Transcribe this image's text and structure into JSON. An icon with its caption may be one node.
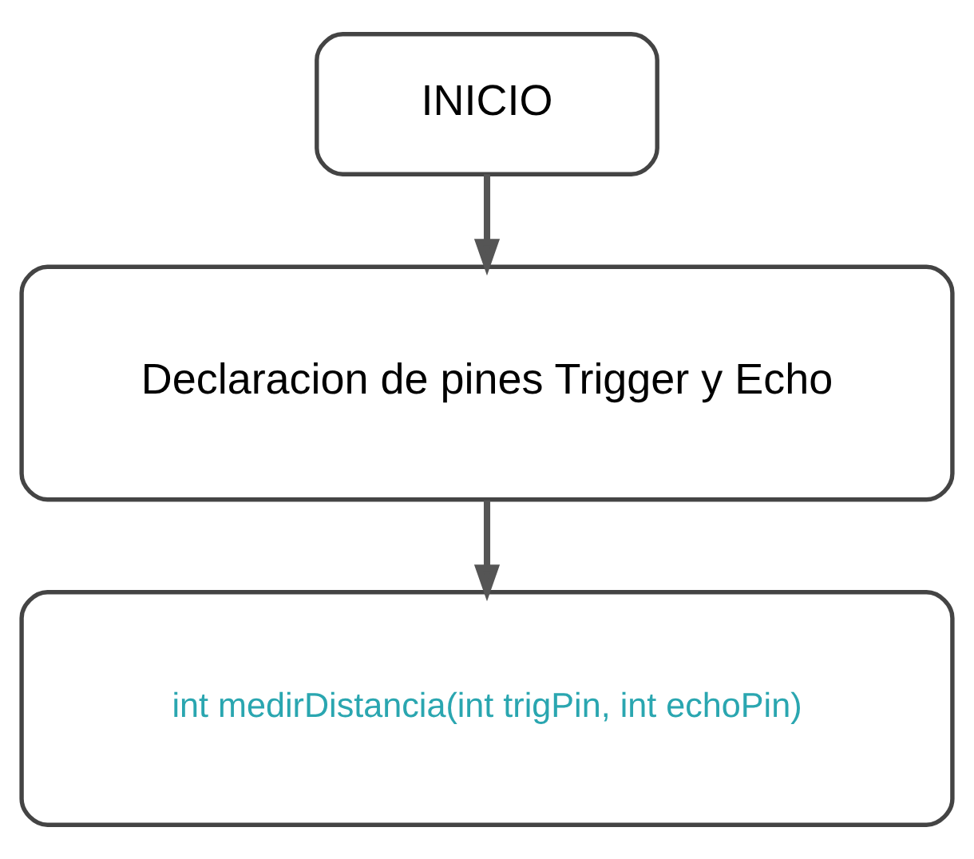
{
  "diagram": {
    "nodes": [
      {
        "text": [
          "INICIO"
        ]
      },
      {
        "text": [
          "Declaracion de pines Trigger y Echo"
        ]
      },
      {
        "text": [
          "int medirDistancia(int trigPin, int echoPin)"
        ]
      }
    ],
    "edges": [
      {
        "from": 0,
        "to": 1,
        "arrow": "to"
      },
      {
        "from": 1,
        "to": 2,
        "arrow": "to"
      }
    ]
  }
}
